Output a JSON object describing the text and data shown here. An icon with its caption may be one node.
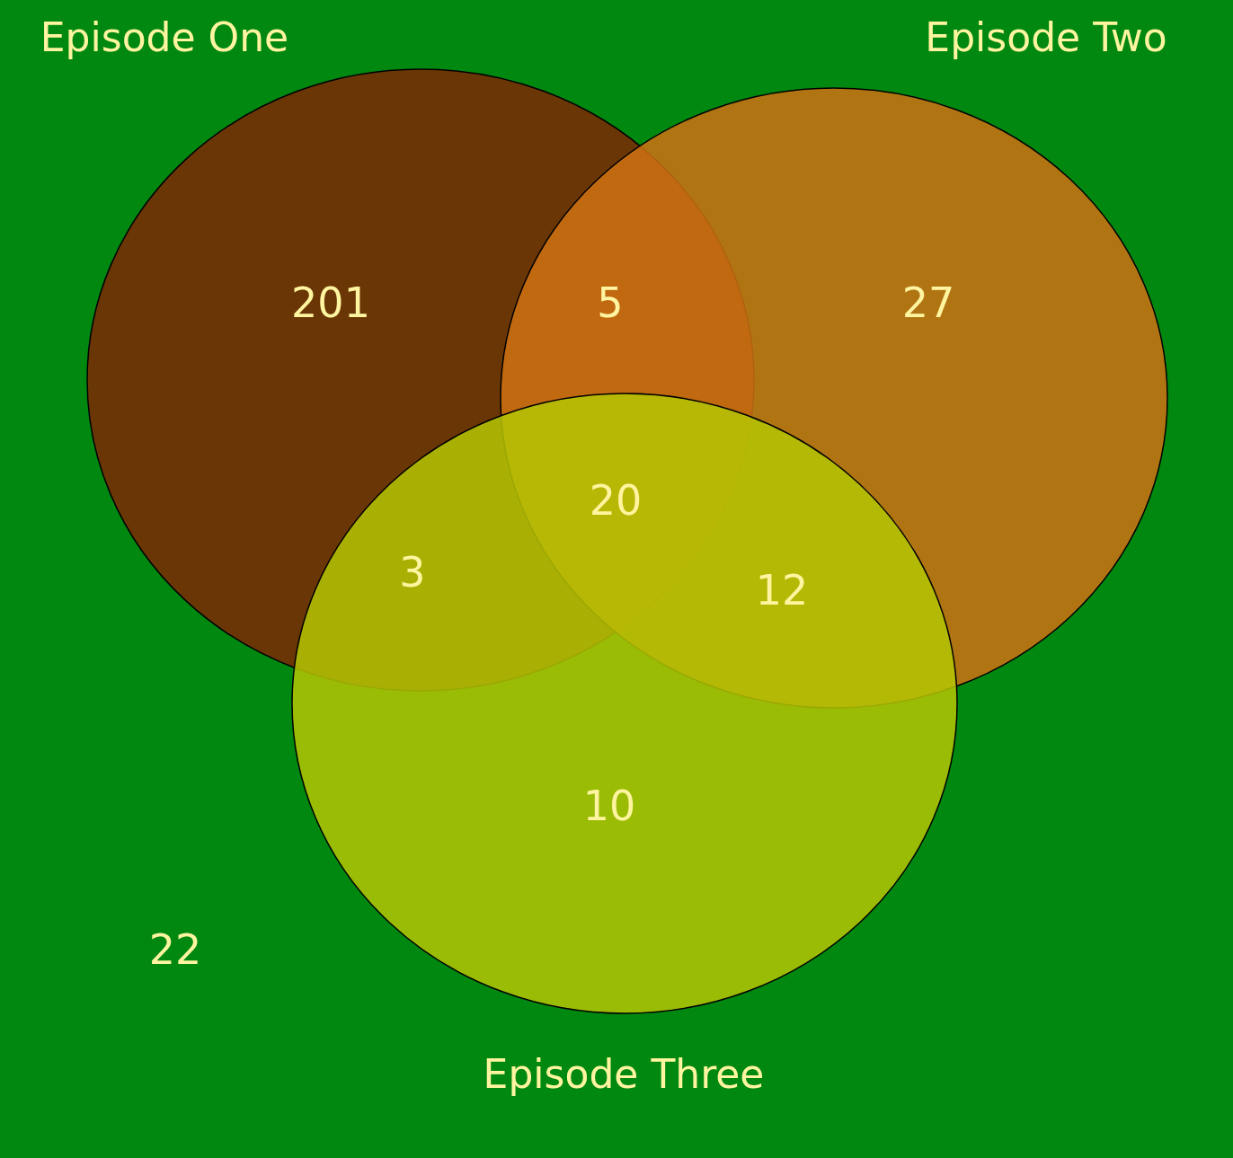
{
  "diagram": {
    "nodes": [
      {
        "text": [
          "Episode One",
          "201"
        ]
      },
      {
        "text": [
          "Episode Two",
          "27"
        ]
      },
      {
        "text": [
          "10",
          "Episode Three"
        ]
      }
    ],
    "labels": [
      "5",
      "20",
      "3",
      "12",
      "22"
    ]
  }
}
